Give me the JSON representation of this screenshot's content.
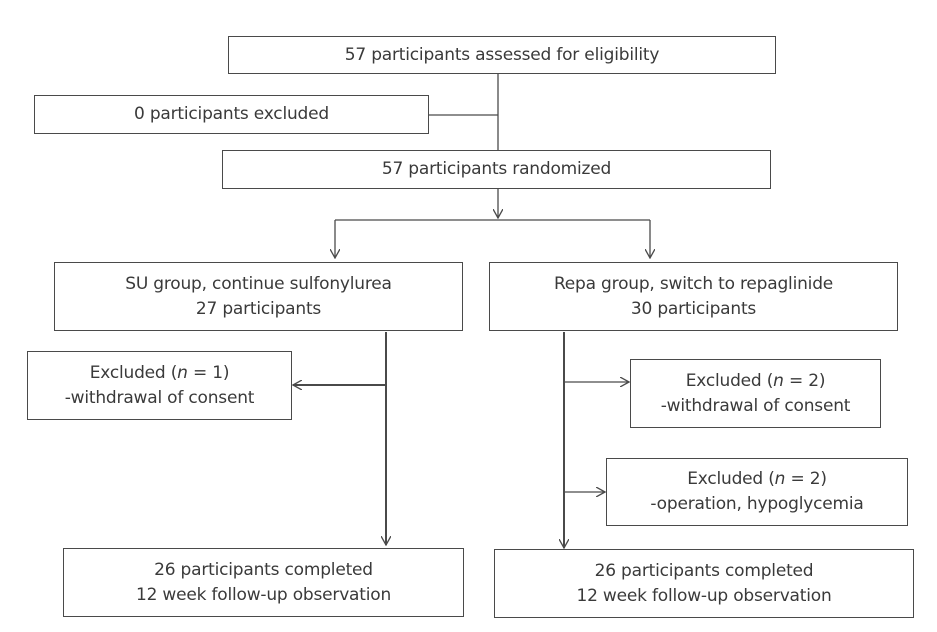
{
  "boxes": {
    "assessed": {
      "text": "57 participants assessed for eligibility"
    },
    "excluded_initial": {
      "text": "0 participants excluded"
    },
    "randomized": {
      "text": "57 participants randomized"
    },
    "su_group": {
      "line1": "SU group, continue sulfonylurea",
      "line2": "27 participants"
    },
    "repa_group": {
      "line1": "Repa group, switch to repaglinide",
      "line2": "30 participants"
    },
    "su_excluded": {
      "label": "Excluded (",
      "n": "n",
      "count": " = 1)",
      "reason": "-withdrawal of consent"
    },
    "repa_excluded_1": {
      "label": "Excluded (",
      "n": "n",
      "count": " = 2)",
      "reason": "-withdrawal of consent"
    },
    "repa_excluded_2": {
      "label": "Excluded (",
      "n": "n",
      "count": " = 2)",
      "reason": "-operation, hypoglycemia"
    },
    "su_completed": {
      "line1": "26 participants completed",
      "line2": "12 week follow-up observation"
    },
    "repa_completed": {
      "line1": "26 participants completed",
      "line2": "12 week follow-up observation"
    }
  },
  "colors": {
    "line": "#4a4a4a",
    "text": "#3a3a3a"
  }
}
